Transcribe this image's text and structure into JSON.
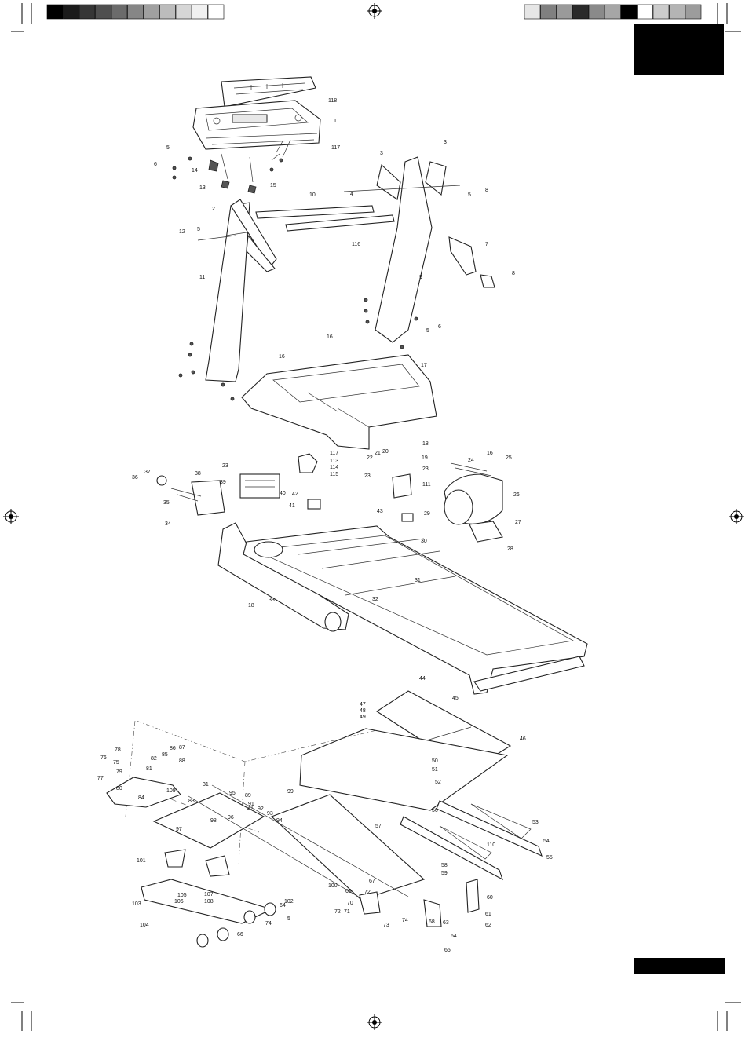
{
  "colors": {
    "left_color_bar": [
      "#000000",
      "#1b1b1b",
      "#363636",
      "#4f4f4f",
      "#6b6b6b",
      "#868686",
      "#a0a0a0",
      "#bcbcbc",
      "#d6d6d6",
      "#f0f0f0",
      "#ffffff"
    ],
    "right_color_bar": [
      "#e6e6e6",
      "#808080",
      "#9a9a9a",
      "#2a2a2a",
      "#8a8a8a",
      "#a6a6a6",
      "#000000",
      "#ffffff",
      "#cccccc",
      "#b4b4b4",
      "#9c9c9c"
    ],
    "corner_tab": "#000000",
    "footer_bar": "#000000"
  },
  "icons": [
    "registration-mark-icon"
  ],
  "part_labels": {
    "console": [
      "118",
      "1",
      "117",
      "5",
      "6",
      "14",
      "15",
      "13"
    ],
    "uprights": [
      "3",
      "3",
      "4",
      "5",
      "8",
      "2",
      "10",
      "5",
      "12",
      "116",
      "7",
      "8",
      "11",
      "9",
      "6",
      "5"
    ],
    "motor_hood": [
      "16",
      "17",
      "16",
      "23",
      "117",
      "113",
      "114",
      "115",
      "18",
      "22",
      "21",
      "20",
      "19",
      "23",
      "23",
      "111",
      "16",
      "24",
      "25",
      "26",
      "27",
      "28",
      "29",
      "30",
      "31",
      "32",
      "33",
      "18",
      "36",
      "37",
      "38",
      "39",
      "35",
      "34",
      "40",
      "41",
      "42",
      "43"
    ],
    "deck_and_base": [
      "44",
      "45",
      "46",
      "47",
      "48",
      "49",
      "50",
      "51",
      "52",
      "53",
      "54",
      "55",
      "56",
      "57",
      "58",
      "59",
      "60",
      "61",
      "62",
      "63",
      "64",
      "65",
      "66",
      "67",
      "68",
      "69",
      "70",
      "71",
      "72",
      "73",
      "74",
      "75",
      "76",
      "77",
      "78",
      "79",
      "80",
      "81",
      "82",
      "83",
      "84",
      "85",
      "86",
      "87",
      "88",
      "89",
      "90",
      "91",
      "92",
      "93",
      "94",
      "95",
      "96",
      "97",
      "98",
      "99",
      "100",
      "101",
      "102",
      "103",
      "104",
      "105",
      "106",
      "107",
      "108",
      "109",
      "110",
      "64",
      "5",
      "74",
      "31",
      "72"
    ]
  }
}
